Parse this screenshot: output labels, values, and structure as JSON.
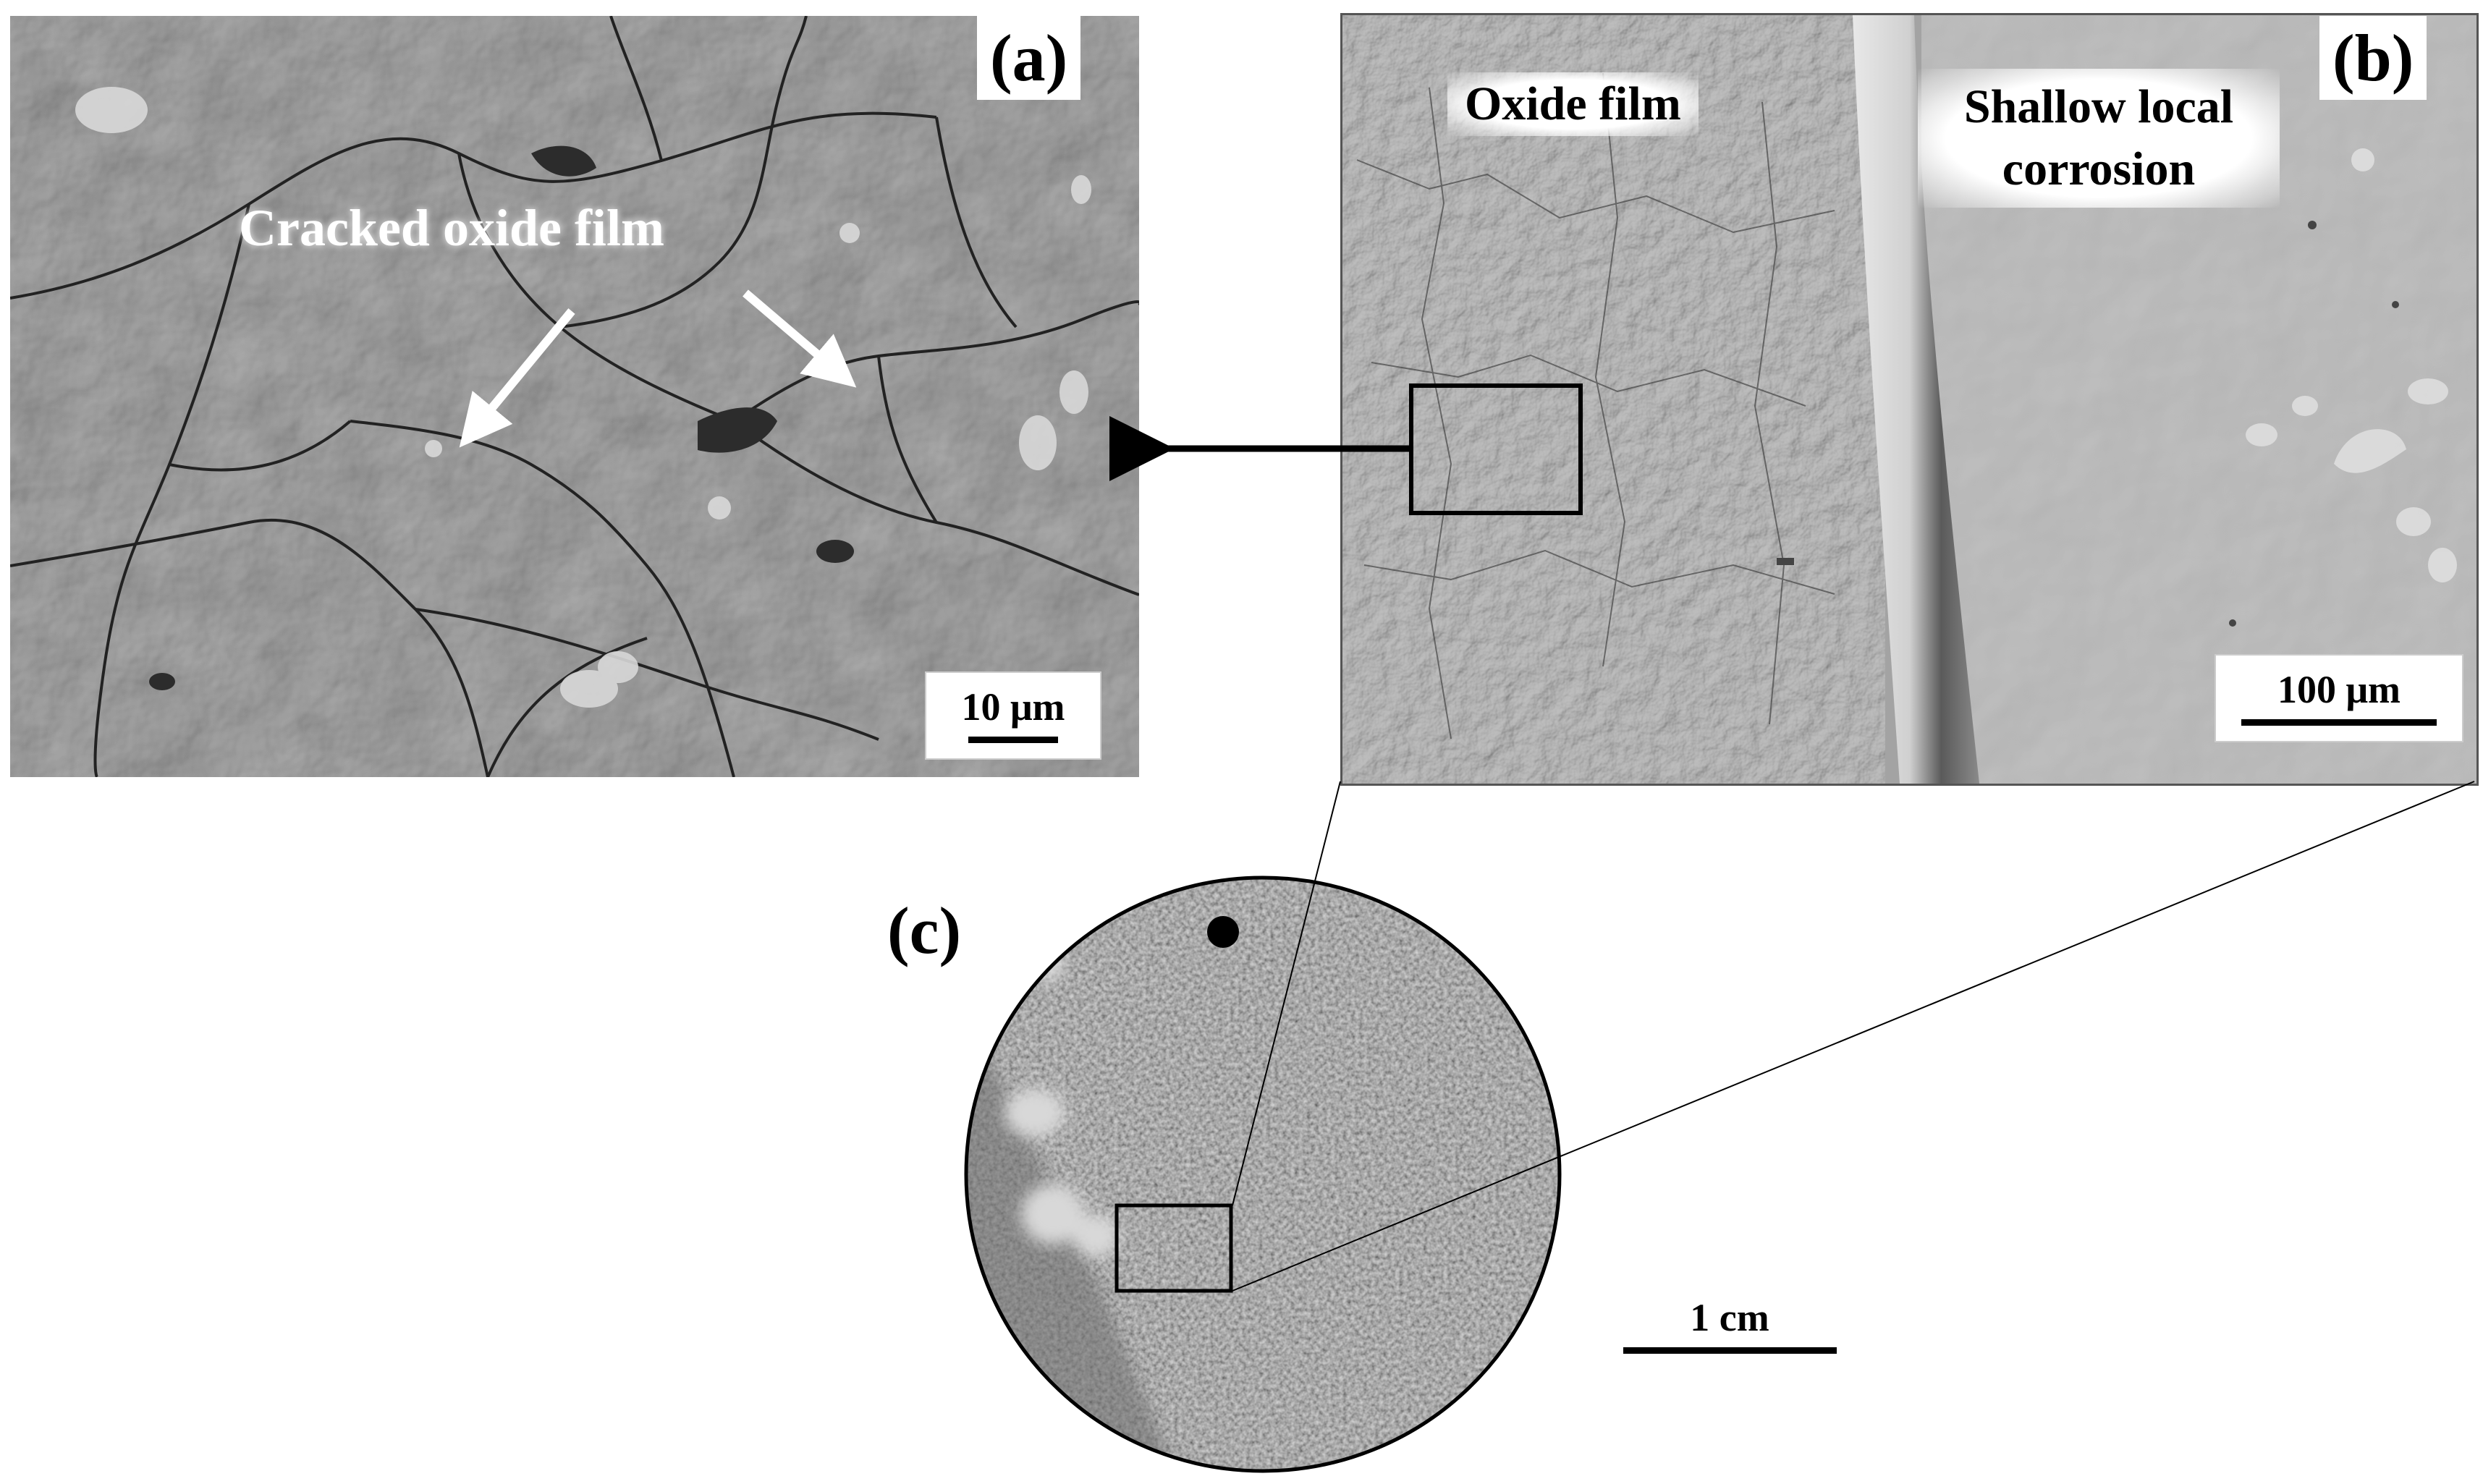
{
  "panels": {
    "a": {
      "label": "(a)",
      "annotation": "Cracked oxide film",
      "scale_bar": "10 μm"
    },
    "b": {
      "label": "(b)",
      "annotation_left": "Oxide film",
      "annotation_right": "Shallow local corrosion",
      "scale_bar": "100 μm"
    },
    "c": {
      "label": "(c)",
      "scale_bar": "1 cm"
    }
  },
  "colors": {
    "sem_base": "#9d9d9d",
    "sem_dark": "#3a3a3a",
    "optical_base": "#8a8a8a",
    "arrow": "#000000",
    "annotation_arrow": "#ffffff"
  }
}
